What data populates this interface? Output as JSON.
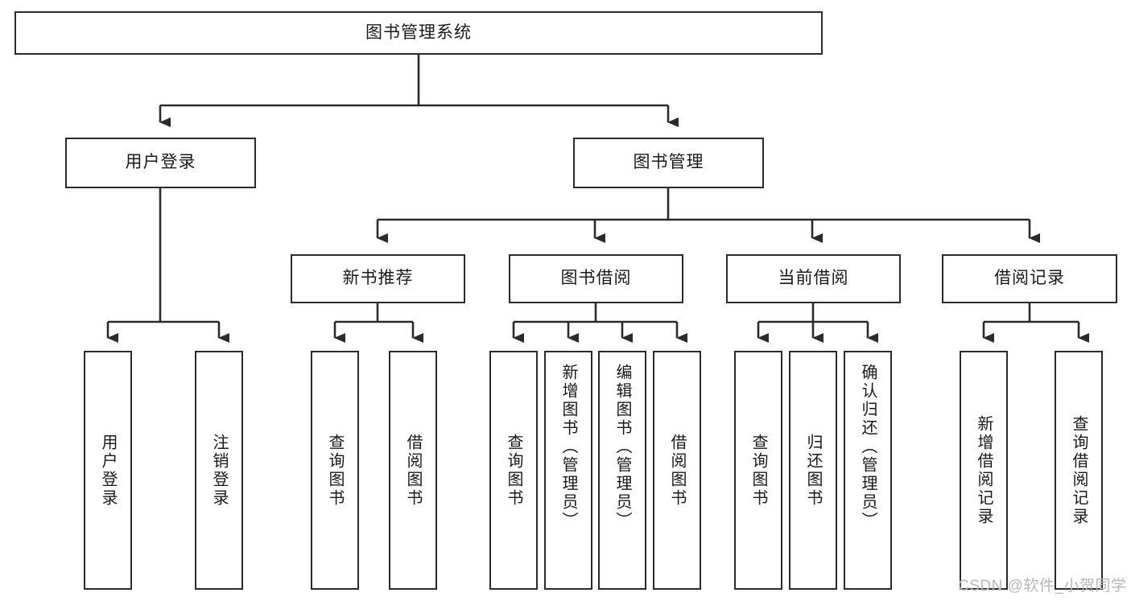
{
  "diagram": {
    "type": "tree-hierarchy-chart",
    "title": "图书管理系统",
    "line_color": "#2b2b2b",
    "box_fill": "#ffffff",
    "text_color": "#1a1a1a"
  },
  "nodes": {
    "root": {
      "label": "图书管理系统"
    },
    "level2": [
      {
        "id": "user-login",
        "label": "用户登录"
      },
      {
        "id": "book-management",
        "label": "图书管理"
      }
    ],
    "level3": [
      {
        "id": "new-book-recommend",
        "label": "新书推荐"
      },
      {
        "id": "book-borrow",
        "label": "图书借阅"
      },
      {
        "id": "current-borrow",
        "label": "当前借阅"
      },
      {
        "id": "borrow-record",
        "label": "借阅记录"
      }
    ],
    "leaves": [
      {
        "id": "leaf-user-login",
        "parent": "user-login",
        "label": "用户登录"
      },
      {
        "id": "leaf-logout",
        "parent": "user-login",
        "label": "注销登录"
      },
      {
        "id": "leaf-query-book-1",
        "parent": "new-book-recommend",
        "label": "查询图书"
      },
      {
        "id": "leaf-borrow-book-1",
        "parent": "new-book-recommend",
        "label": "借阅图书"
      },
      {
        "id": "leaf-query-book-2",
        "parent": "book-borrow",
        "label": "查询图书"
      },
      {
        "id": "leaf-add-book",
        "parent": "book-borrow",
        "label": "新增图书（管理员）"
      },
      {
        "id": "leaf-edit-book",
        "parent": "book-borrow",
        "label": "编辑图书（管理员）"
      },
      {
        "id": "leaf-borrow-book-2",
        "parent": "book-borrow",
        "label": "借阅图书"
      },
      {
        "id": "leaf-query-book-3",
        "parent": "current-borrow",
        "label": "查询图书"
      },
      {
        "id": "leaf-return-book",
        "parent": "current-borrow",
        "label": "归还图书"
      },
      {
        "id": "leaf-confirm-return",
        "parent": "current-borrow",
        "label": "确认归还（管理员）"
      },
      {
        "id": "leaf-add-record",
        "parent": "borrow-record",
        "label": "新增借阅记录"
      },
      {
        "id": "leaf-query-record",
        "parent": "borrow-record",
        "label": "查询借阅记录"
      }
    ]
  },
  "watermark": {
    "text": "CSDN @软件_小贺同学"
  }
}
